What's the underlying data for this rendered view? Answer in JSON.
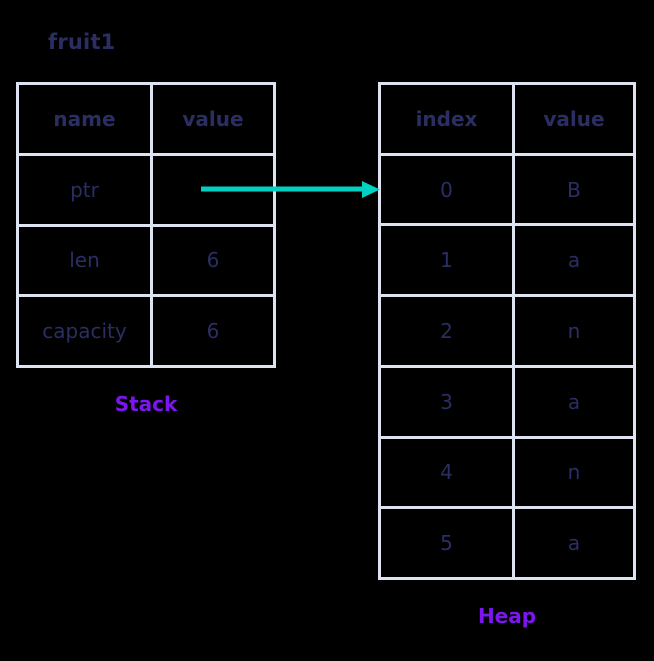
{
  "theme": {
    "background": "#000000",
    "border_color": "#dde3f0",
    "text_color": "#2b2e63",
    "caption_color": "#7b16ee",
    "arrow_color": "#00d1c1"
  },
  "variable": {
    "title": "fruit1"
  },
  "stack": {
    "caption": "Stack",
    "headers": [
      "name",
      "value"
    ],
    "rows": [
      {
        "name": "ptr",
        "value": ""
      },
      {
        "name": "len",
        "value": "6"
      },
      {
        "name": "capacity",
        "value": "6"
      }
    ]
  },
  "heap": {
    "caption": "Heap",
    "headers": [
      "index",
      "value"
    ],
    "rows": [
      {
        "index": "0",
        "value": "B"
      },
      {
        "index": "1",
        "value": "a"
      },
      {
        "index": "2",
        "value": "n"
      },
      {
        "index": "3",
        "value": "a"
      },
      {
        "index": "4",
        "value": "n"
      },
      {
        "index": "5",
        "value": "a"
      }
    ]
  },
  "arrow": {
    "name": "ptr-to-heap-arrow",
    "from": "stack.ptr.value",
    "to": "heap.row.0"
  }
}
